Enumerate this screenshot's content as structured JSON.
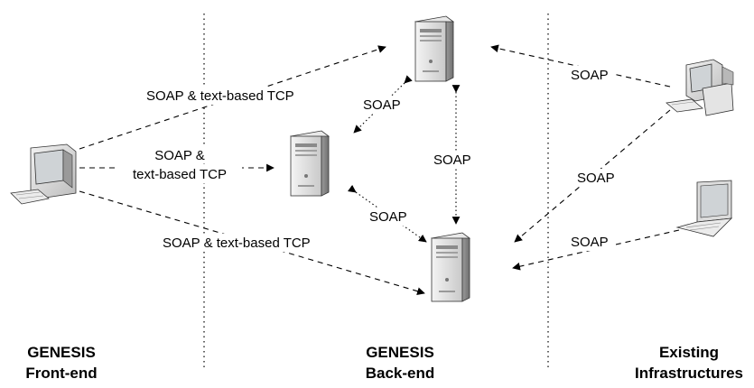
{
  "columns": {
    "frontend": {
      "line1": "GENESIS",
      "line2": "Front-end"
    },
    "backend": {
      "line1": "GENESIS",
      "line2": "Back-end"
    },
    "existing": {
      "line1": "Existing",
      "line2": "Infrastructures"
    }
  },
  "labels": {
    "fe_to_top": "SOAP & text-based TCP",
    "fe_to_mid_line1": "SOAP &",
    "fe_to_mid_line2": "text-based TCP",
    "fe_to_bottom": "SOAP & text-based TCP",
    "top_mid": "SOAP",
    "top_bottom": "SOAP",
    "mid_bottom": "SOAP",
    "pc_to_top": "SOAP",
    "pc_to_bottom": "SOAP",
    "laptop_to_bottom": "SOAP"
  },
  "colors": {
    "line": "#000000",
    "server_body": "#d9d9d9",
    "screen": "#cfd3d6"
  }
}
